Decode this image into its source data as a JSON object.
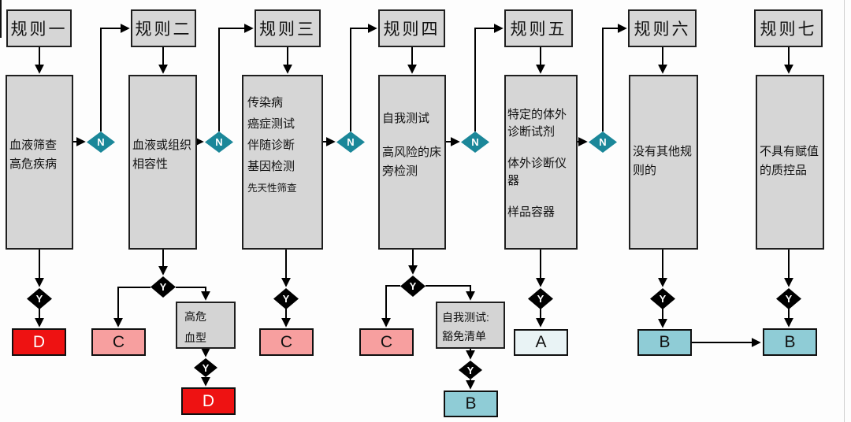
{
  "labels": {
    "n": "N",
    "y": "Y"
  },
  "colors": {
    "criteria_box_fill": "#d6d6d6",
    "n_diamond_fill": "#1b8799",
    "y_diamond_fill": "#000000",
    "class_d_fill": "#ee1212",
    "class_c_fill": "#f79f9f",
    "class_b_fill": "#8fccd6",
    "class_a_fill": "#e9f3f5"
  },
  "rules": [
    {
      "header": "规则一",
      "body": [
        "血液筛查",
        "高危疾病"
      ],
      "result": "D"
    },
    {
      "header": "规则二",
      "body": [
        "血液或组织",
        "相容性"
      ],
      "branch_result": "C",
      "sub_box": [
        "高危",
        "血型"
      ],
      "sub_result": "D"
    },
    {
      "header": "规则三",
      "body": [
        "传染病",
        "癌症测试",
        "伴随诊断",
        "基因检测",
        "先天性筛查"
      ],
      "result": "C"
    },
    {
      "header": "规则四",
      "body": [
        "自我测试",
        "高风险的床旁检测"
      ],
      "branch_result": "C",
      "sub_box": [
        "自我测试:",
        "豁免清单"
      ],
      "sub_result": "B"
    },
    {
      "header": "规则五",
      "body": [
        "特定的体外诊断试剂",
        "体外诊断仪器",
        "样品容器"
      ],
      "result": "A"
    },
    {
      "header": "规则六",
      "body": [
        "没有其他规则的"
      ],
      "result": "B"
    },
    {
      "header": "规则七",
      "body": [
        "不具有赋值的质控品"
      ],
      "result": "B"
    }
  ]
}
